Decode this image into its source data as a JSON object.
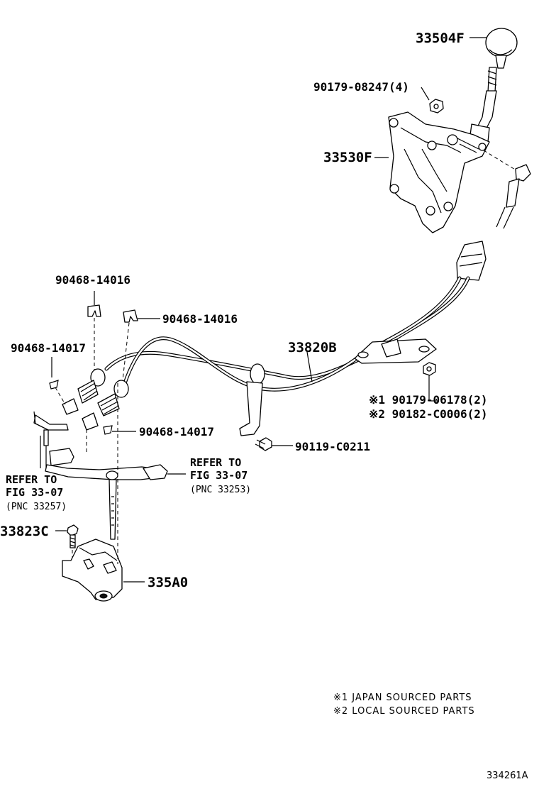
{
  "labels": {
    "p33504F": "33504F",
    "p90179_08247": "90179-08247(4)",
    "p33530F": "33530F",
    "p90468_14016_a": "90468-14016",
    "p90468_14016_b": "90468-14016",
    "p90468_14017_a": "90468-14017",
    "p90468_14017_b": "90468-14017",
    "p33820B": "33820B",
    "p90179_06178": "※1 90179-06178(2)",
    "p90182_C0006": "※2 90182-C0006(2)",
    "p90119_C0211": "90119-C0211",
    "ref_left_1": "REFER TO",
    "ref_left_2": "FIG 33-07",
    "ref_left_3": "(PNC 33257)",
    "ref_right_1": "REFER TO",
    "ref_right_2": "FIG 33-07",
    "ref_right_3": "(PNC 33253)",
    "p33823C": "33823C",
    "p335A0": "335A0"
  },
  "notes": {
    "note1": "※1 JAPAN SOURCED PARTS",
    "note2": "※2 LOCAL SOURCED PARTS"
  },
  "diagram_code": "334261A"
}
